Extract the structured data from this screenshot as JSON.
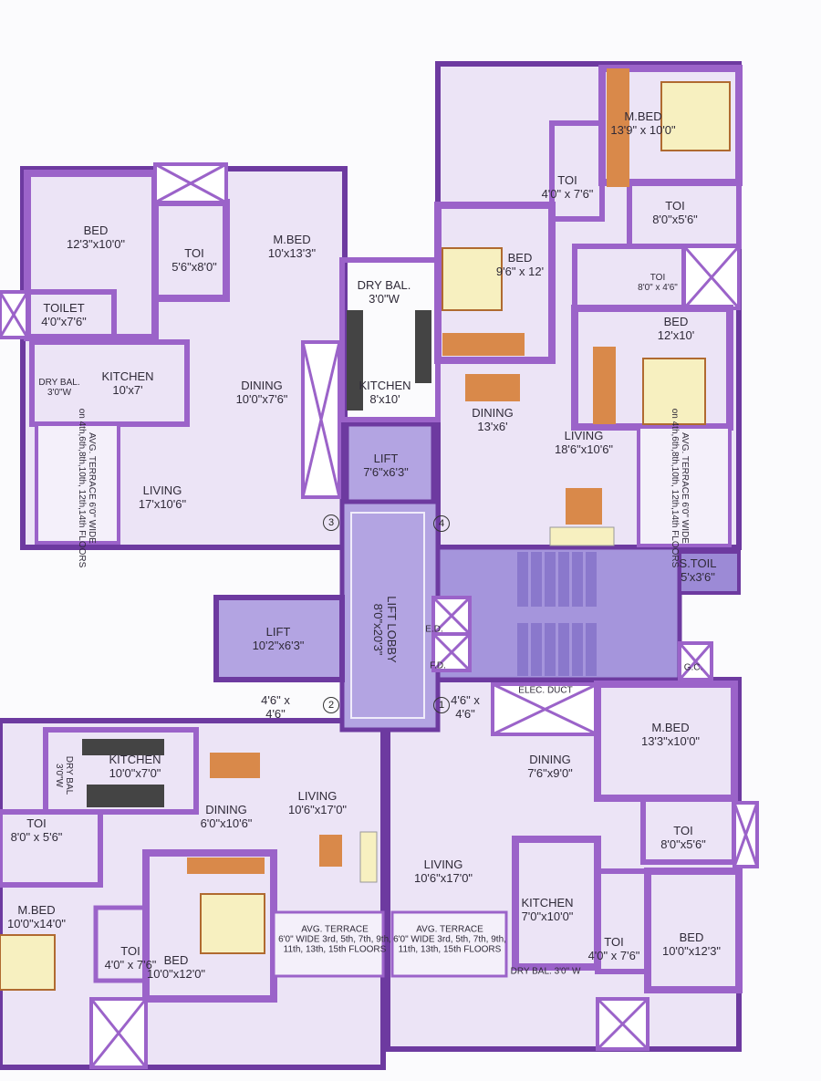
{
  "colors": {
    "wall": "#9b63c9",
    "wall_dark": "#6d3aa0",
    "floor": "#ece4f6",
    "lobby": "#b3a4e2",
    "stair": "#a595dc",
    "furniture": "#d9894a",
    "bed": "#f7f0c0"
  },
  "rooms": [
    {
      "id": "ul-bed",
      "name": "BED",
      "dims": "12'3\"x10'0\""
    },
    {
      "id": "ul-toi",
      "name": "TOI",
      "dims": "5'6\"x8'0\""
    },
    {
      "id": "ul-mbed",
      "name": "M.BED",
      "dims": "10'x13'3\""
    },
    {
      "id": "ul-toilet",
      "name": "TOILET",
      "dims": "4'0\"x7'6\""
    },
    {
      "id": "ul-drybal",
      "name": "DRY BAL.",
      "dims": "3'0\"W"
    },
    {
      "id": "ul-kitchen",
      "name": "KITCHEN",
      "dims": "10'x7'"
    },
    {
      "id": "ul-dining",
      "name": "DINING",
      "dims": "10'0\"x7'6\""
    },
    {
      "id": "ul-living",
      "name": "LIVING",
      "dims": "17'x10'6\""
    },
    {
      "id": "ul-terrace",
      "name": "AVG. TERRACE 6'0\" WIDE",
      "dims": "on 4th,6th,8th,10th, 12th,14th FLOORS"
    },
    {
      "id": "ur-drybal",
      "name": "DRY BAL.",
      "dims": "3'0\"W"
    },
    {
      "id": "ur-kitchen",
      "name": "KITCHEN",
      "dims": "8'x10'"
    },
    {
      "id": "ur-mbed",
      "name": "M.BED",
      "dims": "13'9\" x 10'0\""
    },
    {
      "id": "ur-toi1",
      "name": "TOI",
      "dims": "4'0\" x 7'6\""
    },
    {
      "id": "ur-toi2",
      "name": "TOI",
      "dims": "8'0\"x5'6\""
    },
    {
      "id": "ur-toi3",
      "name": "TOI",
      "dims": "8'0\" x 4'6\""
    },
    {
      "id": "ur-bed1",
      "name": "BED",
      "dims": "9'6\" x 12'"
    },
    {
      "id": "ur-bed2",
      "name": "BED",
      "dims": "12'x10'"
    },
    {
      "id": "ur-dining",
      "name": "DINING",
      "dims": "13'x6'"
    },
    {
      "id": "ur-living",
      "name": "LIVING",
      "dims": "18'6\"x10'6\""
    },
    {
      "id": "ur-terrace",
      "name": "AVG. TERRACE 6'0\" WIDE",
      "dims": "on 4th,6th,8th,10th, 12th,14th FLOORS"
    },
    {
      "id": "lift1",
      "name": "LIFT",
      "dims": "7'6\"x6'3\""
    },
    {
      "id": "lift-lobby",
      "name": "LIFT LOBBY",
      "dims": "8'0\"x20'3\""
    },
    {
      "id": "lift2",
      "name": "LIFT",
      "dims": "10'2\"x6'3\""
    },
    {
      "id": "stoil",
      "name": "S.TOIL",
      "dims": "5'x3'6\""
    },
    {
      "id": "foyer2",
      "name": "4'6\" x",
      "dims": "4'6\""
    },
    {
      "id": "foyer1",
      "name": "4'6\" x",
      "dims": "4'6\""
    },
    {
      "id": "lr-mbed",
      "name": "M.BED",
      "dims": "13'3\"x10'0\""
    },
    {
      "id": "lr-dining",
      "name": "DINING",
      "dims": "7'6\"x9'0\""
    },
    {
      "id": "lr-toi1",
      "name": "TOI",
      "dims": "8'0\"x5'6\""
    },
    {
      "id": "lr-living",
      "name": "LIVING",
      "dims": "10'6\"x17'0\""
    },
    {
      "id": "lr-kitchen",
      "name": "KITCHEN",
      "dims": "7'0\"x10'0\""
    },
    {
      "id": "lr-toi2",
      "name": "TOI",
      "dims": "4'0\" x 7'6\""
    },
    {
      "id": "lr-bed",
      "name": "BED",
      "dims": "10'0\"x12'3\""
    },
    {
      "id": "lr-terrace",
      "name": "AVG. TERRACE",
      "dims": "6'0\" WIDE 3rd, 5th, 7th, 9th, 11th, 13th, 15th FLOORS"
    },
    {
      "id": "ll-kitchen",
      "name": "KITCHEN",
      "dims": "10'0\"x7'0\""
    },
    {
      "id": "ll-drybal",
      "name": "DRY BAL",
      "dims": "3'0\"W"
    },
    {
      "id": "ll-dining",
      "name": "DINING",
      "dims": "6'0\"x10'6\""
    },
    {
      "id": "ll-living",
      "name": "LIVING",
      "dims": "10'6\"x17'0\""
    },
    {
      "id": "ll-toi1",
      "name": "TOI",
      "dims": "8'0\" x 5'6\""
    },
    {
      "id": "ll-mbed",
      "name": "M.BED",
      "dims": "10'0\"x14'0\""
    },
    {
      "id": "ll-toi2",
      "name": "TOI",
      "dims": "4'0\" x 7'6\""
    },
    {
      "id": "ll-bed",
      "name": "BED",
      "dims": "10'0\"x12'0\""
    },
    {
      "id": "ll-terrace",
      "name": "AVG. TERRACE",
      "dims": "6'0\" WIDE 3rd, 5th, 7th, 9th, 11th, 13th, 15th FLOORS"
    }
  ],
  "ducts": {
    "ed": "E.D.",
    "fd": "F.D.",
    "elec": "ELEC. DUCT",
    "gc": "G.C.",
    "lr_drybal": "DRY BAL. 3'0\" W"
  },
  "flat_markers": [
    "1",
    "2",
    "3",
    "4"
  ]
}
